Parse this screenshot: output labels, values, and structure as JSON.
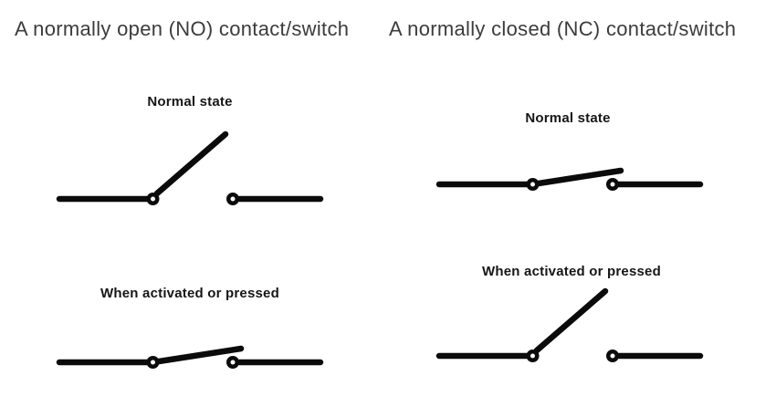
{
  "colors": {
    "background": "#ffffff",
    "line": "#0b0b0b",
    "contact_fill": "#ffffff",
    "title_text": "#3c3c3c",
    "caption_text": "#161616"
  },
  "panels": [
    {
      "id": "normally-open",
      "title": "A normally open (NO) contact/switch",
      "figures": [
        {
          "caption": "Normal state",
          "switch_state": "open"
        },
        {
          "caption": "When activated or pressed",
          "switch_state": "closed"
        }
      ]
    },
    {
      "id": "normally-closed",
      "title": "A normally closed (NC) contact/switch",
      "figures": [
        {
          "caption": "Normal state",
          "switch_state": "closed"
        },
        {
          "caption": "When activated or pressed",
          "switch_state": "open"
        }
      ]
    }
  ]
}
